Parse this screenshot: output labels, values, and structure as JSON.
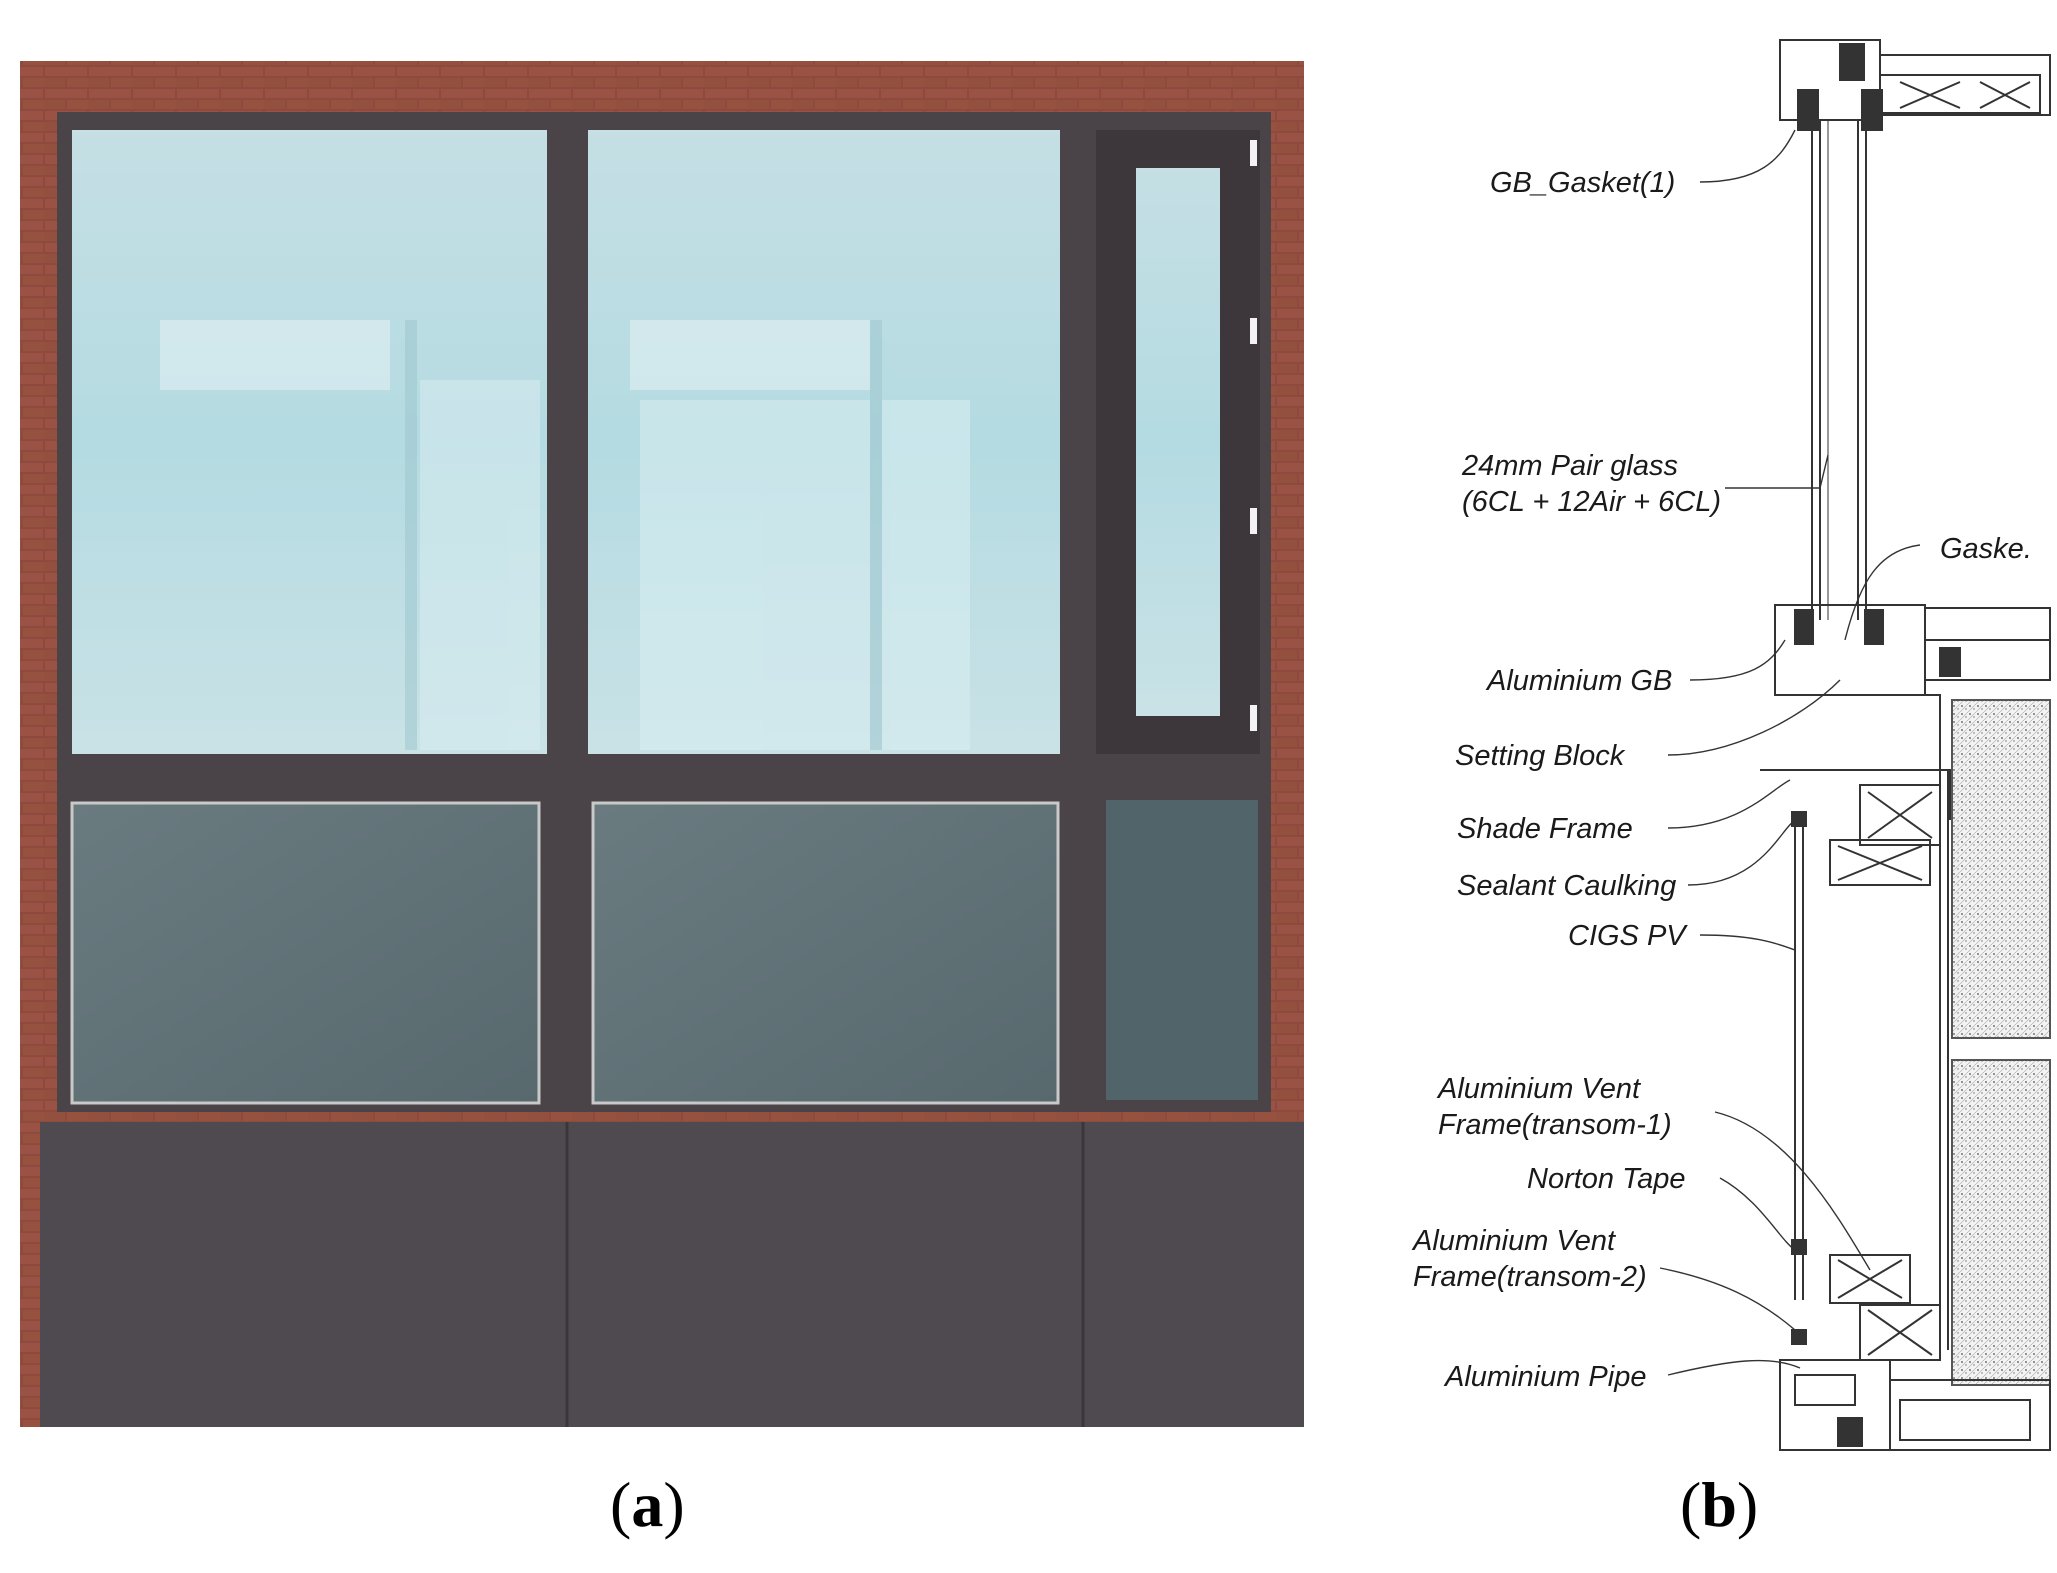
{
  "panel_a": {
    "label_open": "(",
    "label_letter": "a",
    "label_close": ")"
  },
  "panel_b": {
    "label_open": "(",
    "label_letter": "b",
    "label_close": ")",
    "callouts": [
      {
        "id": "gb-gasket",
        "lines": [
          "GB_Gasket(1)"
        ]
      },
      {
        "id": "pair-glass",
        "lines": [
          "24mm Pair glass",
          "(6CL + 12Air + 6CL)"
        ]
      },
      {
        "id": "gasket",
        "lines": [
          "Gaske."
        ]
      },
      {
        "id": "aluminium-gb",
        "lines": [
          "Aluminium GB"
        ]
      },
      {
        "id": "setting-block",
        "lines": [
          "Setting Block"
        ]
      },
      {
        "id": "shade-frame",
        "lines": [
          "Shade Frame"
        ]
      },
      {
        "id": "sealant-caulking",
        "lines": [
          "Sealant Caulking"
        ]
      },
      {
        "id": "cigs-pv",
        "lines": [
          "CIGS PV"
        ]
      },
      {
        "id": "vent-frame-1",
        "lines": [
          "Aluminium Vent",
          "Frame(transom-1)"
        ]
      },
      {
        "id": "norton-tape",
        "lines": [
          "Norton Tape"
        ]
      },
      {
        "id": "vent-frame-2",
        "lines": [
          "Aluminium Vent",
          "Frame(transom-2)"
        ]
      },
      {
        "id": "aluminium-pipe",
        "lines": [
          "Aluminium Pipe"
        ]
      }
    ]
  },
  "colors": {
    "brick": "#8e4a3e",
    "frame": "#4a4347",
    "glass": "#b8dce3",
    "pv_panel": "#5e7176",
    "spandrel": "#4f4a4f",
    "line": "#333333"
  }
}
